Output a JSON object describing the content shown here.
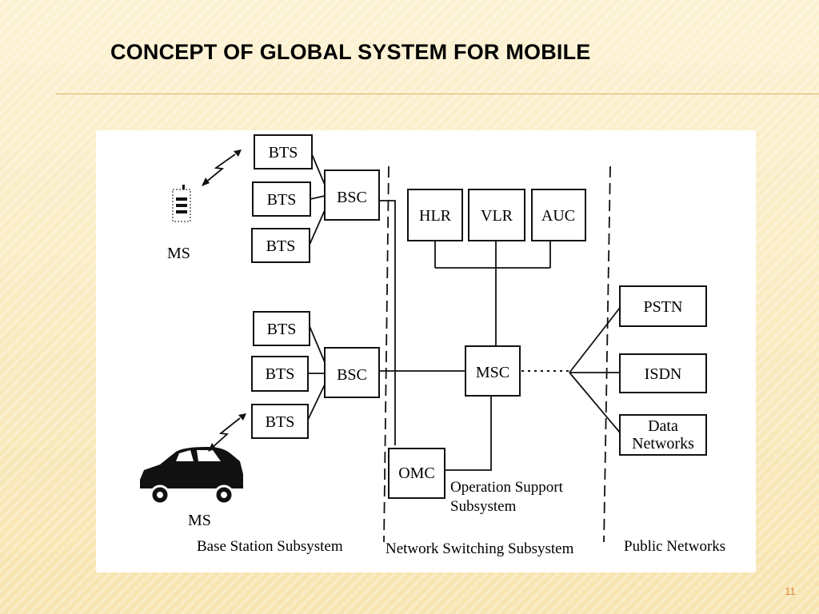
{
  "slide": {
    "title": "CONCEPT OF GLOBAL SYSTEM FOR MOBILE",
    "page_number": "11"
  },
  "diagram": {
    "bss_top": {
      "bts": [
        "BTS",
        "BTS",
        "BTS"
      ],
      "bsc": "BSC"
    },
    "bss_bottom": {
      "bts": [
        "BTS",
        "BTS",
        "BTS"
      ],
      "bsc": "BSC"
    },
    "ms_top": "MS",
    "ms_car": "MS",
    "registers": [
      "HLR",
      "VLR",
      "AUC"
    ],
    "msc": "MSC",
    "omc": "OMC",
    "oss_label_line1": "Operation Support",
    "oss_label_line2": "Subsystem",
    "public_networks": {
      "pstn": "PSTN",
      "isdn": "ISDN",
      "data_line1": "Data",
      "data_line2": "Networks"
    },
    "sections": {
      "bss": "Base Station Subsystem",
      "nss": "Network Switching Subsystem",
      "public": "Public Networks"
    }
  }
}
